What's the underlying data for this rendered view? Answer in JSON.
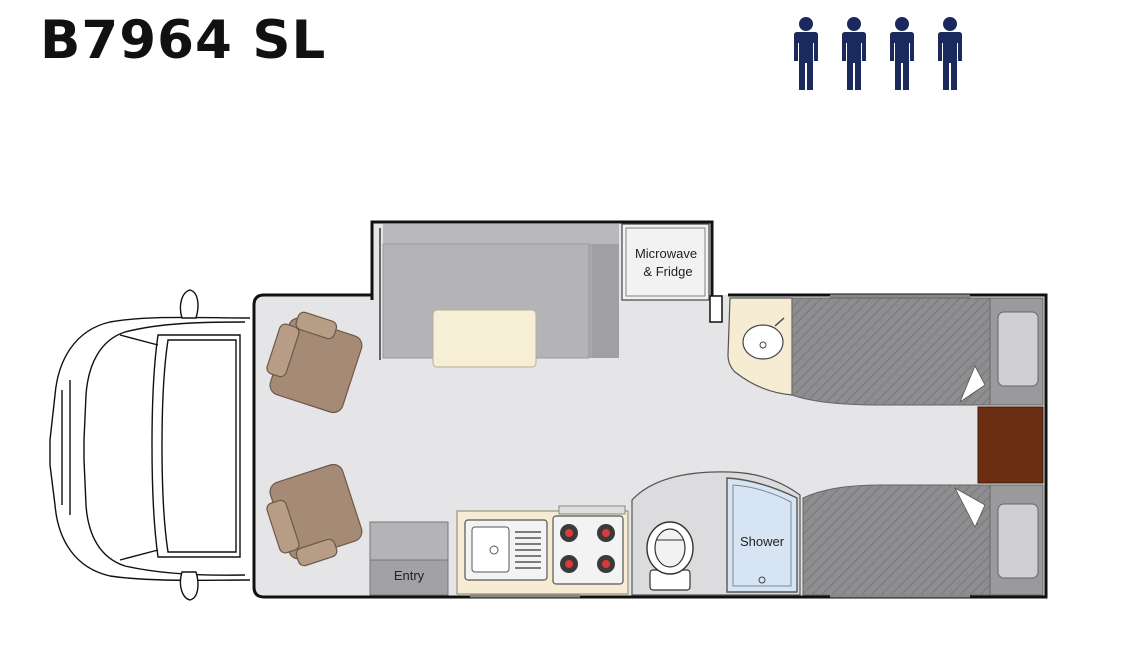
{
  "model": {
    "name": "B7964 SL"
  },
  "sleeps": {
    "count": 4,
    "icon": "person-icon",
    "color": "#1b2a5c"
  },
  "labels": {
    "microwave_fridge_line1": "Microwave",
    "microwave_fridge_line2": "& Fridge",
    "shower": "Shower",
    "entry": "Entry"
  },
  "colors": {
    "floor": "#e5e5e7",
    "wall": "#111111",
    "seat": "#a58b76",
    "couch": "#a7a7aa",
    "table": "#f6eed5",
    "counter": "#f5ecd3",
    "shower": "#d6e4f3",
    "wardrobe": "#6b2e12",
    "bed": "#8e8e90"
  }
}
